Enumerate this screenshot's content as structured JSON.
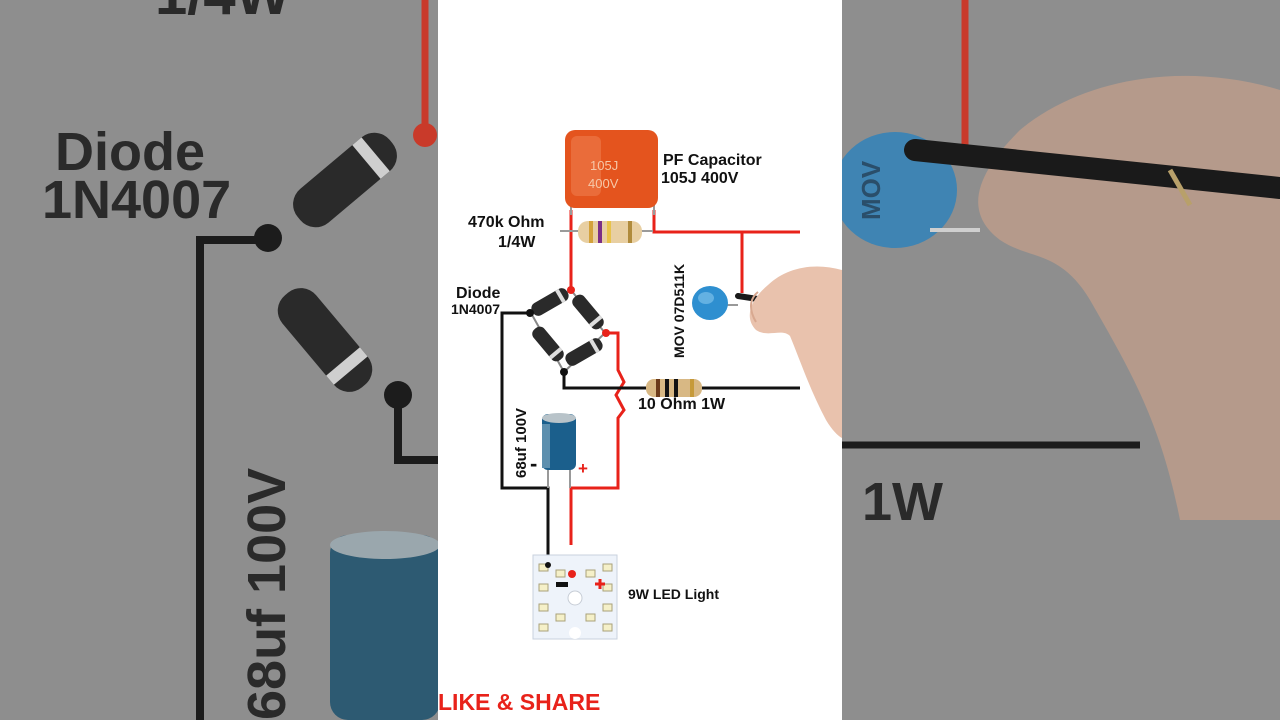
{
  "colors": {
    "wire_red": "#e8221a",
    "wire_black": "#111111",
    "capacitor": "#e4541e",
    "electrolytic": "#1b5f8c",
    "mov": "#2e8fd0",
    "resistor_body": "#e8cfa2",
    "led_board": "#eef3fa"
  },
  "panel": {
    "capacitor_label": "PF Capacitor",
    "capacitor_value": "105J 400V",
    "capacitor_print_1": "105J",
    "capacitor_print_2": "400V",
    "resistor1_label": "470k Ohm",
    "resistor1_rating": "1/4W",
    "diode_label": "Diode",
    "diode_model": "1N4007",
    "mov_label": "MOV 07D511K",
    "resistor2_label": "10 Ohm 1W",
    "electrolytic_label": "68uf 100V",
    "minus_sign": "-",
    "plus_sign": "+",
    "led_label": "9W LED Light",
    "footer_text": "LIKE & SHARE"
  },
  "background": {
    "top_text": "1/4W",
    "diode_label": "Diode",
    "diode_model": "1N4007",
    "electrolytic_label": "68uf 100V",
    "resistor_rating": "1W",
    "mov_print": "MOV"
  }
}
